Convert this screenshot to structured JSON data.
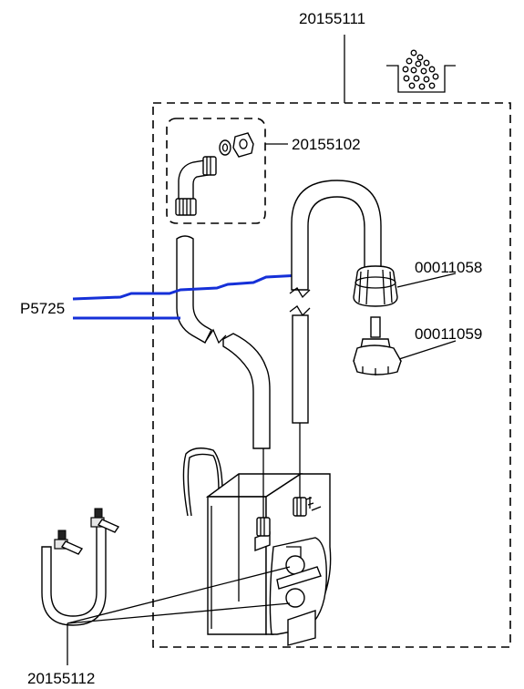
{
  "labels": {
    "assembly": "20155111",
    "elbow_kit": "20155102",
    "lid": "00011058",
    "foot_valve": "00011059",
    "cable": "P5725",
    "hose_set": "20155112"
  },
  "colors": {
    "cable": "#1530d8",
    "line": "#000000",
    "background": "#ffffff"
  },
  "icons": {
    "detergent": "detergent-container-icon"
  }
}
